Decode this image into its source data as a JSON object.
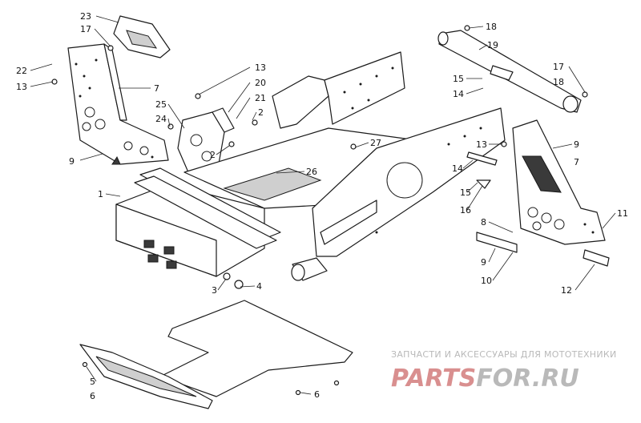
{
  "watermark": {
    "tagline": "ЗАПЧАСТИ И АКСЕССУАРЫ ДЛЯ МОТОТЕХНИКИ",
    "logo_left": "PARTS",
    "logo_right": "FOR.RU",
    "color_left": "#d98f8f",
    "color_right": "#b9b9b9"
  },
  "callouts": {
    "c23": "23",
    "c17a": "17",
    "c22": "22",
    "c13a": "13",
    "c7a": "7",
    "c9a": "9",
    "c13b": "13",
    "c20": "20",
    "c21": "21",
    "c2a": "2",
    "c25": "25",
    "c24": "24",
    "c2b": "2",
    "c27": "27",
    "c26": "26",
    "c1": "1",
    "c3": "3",
    "c4": "4",
    "c5": "5",
    "c6a": "6",
    "c6b": "6",
    "c18a": "18",
    "c19": "19",
    "c17b": "17",
    "c18b": "18",
    "c15a": "15",
    "c14a": "14",
    "c13c": "13",
    "c9b": "9",
    "c7b": "7",
    "c14b": "14",
    "c15b": "15",
    "c16": "16",
    "c11": "11",
    "c8": "8",
    "c9c": "9",
    "c10": "10",
    "c12": "12"
  }
}
